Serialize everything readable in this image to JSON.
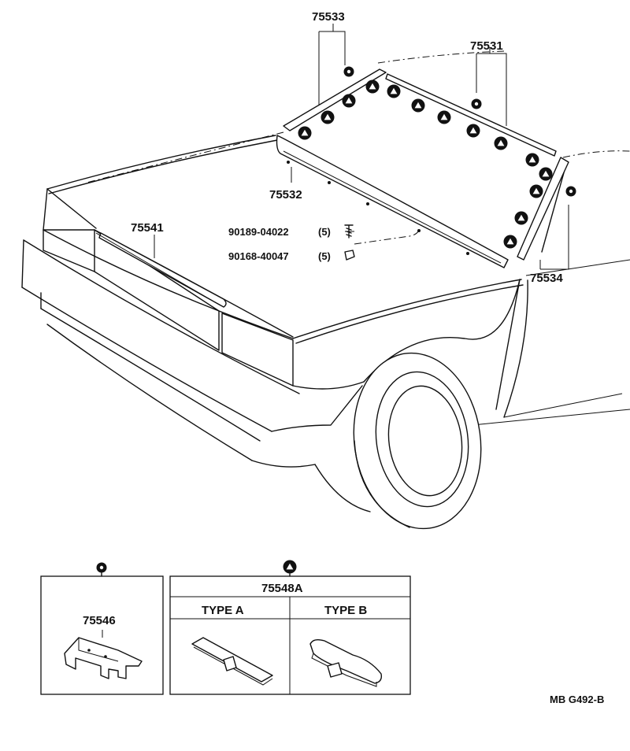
{
  "part_numbers": {
    "p75533": "75533",
    "p75531": "75531",
    "p75532": "75532",
    "p75541": "75541",
    "p75534": "75534",
    "p90189": "90189-04022",
    "p90168": "90168-40047",
    "qty1": "(5)",
    "qty2": "(5)"
  },
  "inset_left": {
    "part": "75546",
    "symbol": "circle-dot-icon"
  },
  "inset_right": {
    "part": "75548A",
    "symbol": "triangle-clip-icon",
    "type_a": "TYPE A",
    "type_b": "TYPE B"
  },
  "figure_code": "MB G492-B"
}
